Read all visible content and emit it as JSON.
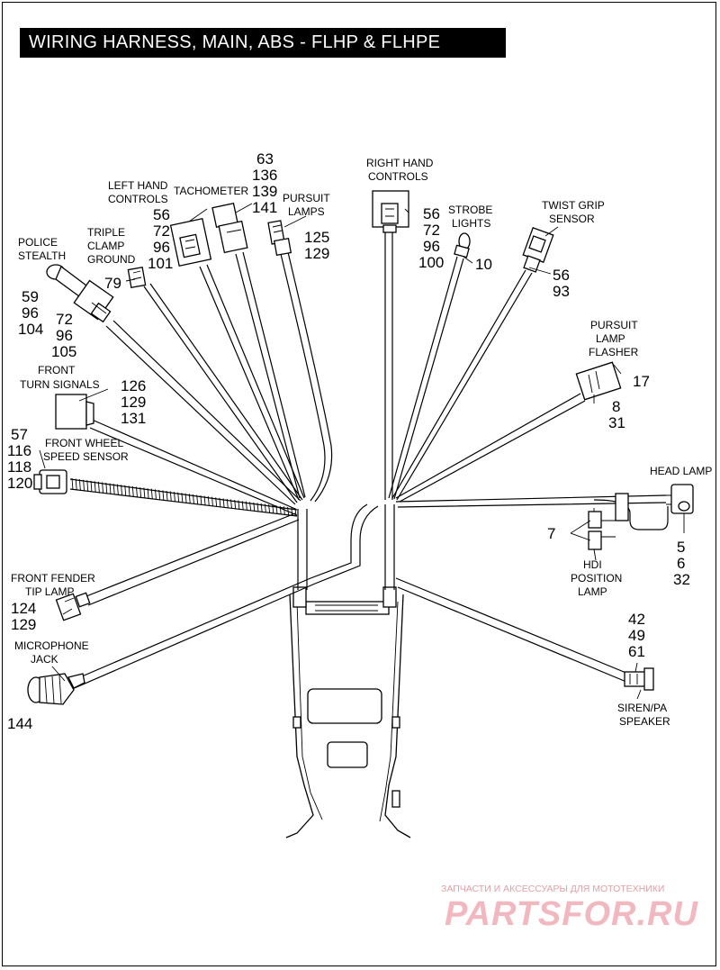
{
  "title": "WIRING HARNESS, MAIN, ABS - FLHP & FLHPE",
  "components": [
    {
      "id": "police-stealth",
      "label": [
        "POLICE",
        "STEALTH"
      ]
    },
    {
      "id": "triple-clamp-ground",
      "label": [
        "TRIPLE",
        "CLAMP",
        "GROUND"
      ]
    },
    {
      "id": "left-hand-controls",
      "label": [
        "LEFT HAND",
        "CONTROLS"
      ]
    },
    {
      "id": "tachometer",
      "label": [
        "TACHOMETER"
      ]
    },
    {
      "id": "pursuit-lamps",
      "label": [
        "PURSUIT",
        "LAMPS"
      ]
    },
    {
      "id": "right-hand-controls",
      "label": [
        "RIGHT HAND",
        "CONTROLS"
      ]
    },
    {
      "id": "strobe-lights",
      "label": [
        "STROBE",
        "LIGHTS"
      ]
    },
    {
      "id": "twist-grip-sensor",
      "label": [
        "TWIST GRIP",
        "SENSOR"
      ]
    },
    {
      "id": "pursuit-lamp-flasher",
      "label": [
        "PURSUIT",
        "LAMP",
        "FLASHER"
      ]
    },
    {
      "id": "front-turn-signals",
      "label": [
        "FRONT",
        "TURN SIGNALS"
      ]
    },
    {
      "id": "front-wheel-speed-sensor",
      "label": [
        "FRONT WHEEL",
        "SPEED SENSOR"
      ]
    },
    {
      "id": "head-lamp",
      "label": [
        "HEAD LAMP"
      ]
    },
    {
      "id": "hdi-position-lamp",
      "label": [
        "HDI",
        "POSITION",
        "LAMP"
      ]
    },
    {
      "id": "front-fender-tip-lamp",
      "label": [
        "FRONT FENDER",
        "TIP LAMP"
      ]
    },
    {
      "id": "microphone-jack",
      "label": [
        "MICROPHONE",
        "JACK"
      ]
    },
    {
      "id": "siren-pa-speaker",
      "label": [
        "SIREN/PA",
        "SPEAKER"
      ]
    }
  ],
  "callouts": {
    "tachometer": [
      "63",
      "136",
      "139",
      "141"
    ],
    "left_hand_controls": [
      "56",
      "72",
      "96",
      "101"
    ],
    "triple_clamp_ground": [
      "79"
    ],
    "police_stealth_a": [
      "59",
      "96",
      "104"
    ],
    "police_stealth_b": [
      "72",
      "96",
      "105"
    ],
    "pursuit_lamps": [
      "125",
      "129"
    ],
    "right_hand_controls": [
      "56",
      "72",
      "96",
      "100"
    ],
    "strobe_lights": [
      "10"
    ],
    "twist_grip_sensor": [
      "56",
      "93"
    ],
    "pursuit_lamp_flasher_a": [
      "17"
    ],
    "pursuit_lamp_flasher_b": [
      "8",
      "31"
    ],
    "front_turn_signals": [
      "126",
      "129",
      "131"
    ],
    "front_wheel_speed_sensor": [
      "57",
      "116",
      "118",
      "120"
    ],
    "hdi_position_lamp": [
      "7"
    ],
    "head_lamp": [
      "5",
      "6",
      "32"
    ],
    "front_fender_tip_lamp": [
      "124",
      "129"
    ],
    "siren_pa_speaker": [
      "42",
      "49",
      "61"
    ],
    "microphone_jack": [
      "144"
    ]
  },
  "watermark": {
    "caption": "ЗАПЧАСТИ И АКСЕССУАРЫ ДЛЯ МОТОТЕХНИКИ",
    "logo": "PARTSFOR.RU"
  },
  "colors": {
    "ink": "#000000",
    "background": "#ffffff",
    "watermark": "#f2b8c0"
  }
}
